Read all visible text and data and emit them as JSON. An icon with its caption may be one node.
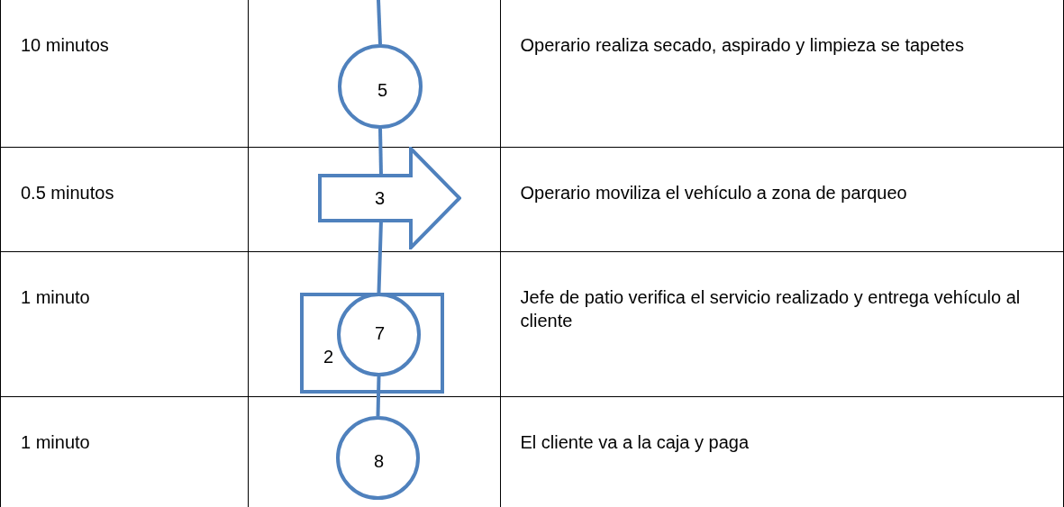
{
  "diagram": {
    "nodes": [
      {
        "text": [
          "5"
        ]
      },
      {
        "text": [
          "3"
        ]
      },
      {
        "text": [
          "2"
        ]
      },
      {
        "text": [
          "7"
        ],
        "in": 2
      },
      {
        "text": [
          "8"
        ]
      }
    ],
    "edges": [
      {
        "from": null,
        "to": 0,
        "arrow": "none"
      },
      {
        "from": 0,
        "to": 1,
        "arrow": "none"
      },
      {
        "from": 1,
        "to": 3,
        "arrow": "none"
      },
      {
        "from": 3,
        "to": 4,
        "arrow": "none"
      }
    ],
    "labels": [
      "10 minutos",
      "Operario realiza secado, aspirado y limpieza se tapetes",
      "0.5 minutos",
      "Operario moviliza el vehículo a zona de parqueo",
      "1 minuto",
      "Jefe de patio verifica el servicio realizado y entrega vehículo al cliente",
      "1 minuto",
      "El cliente va a la caja y paga"
    ]
  }
}
